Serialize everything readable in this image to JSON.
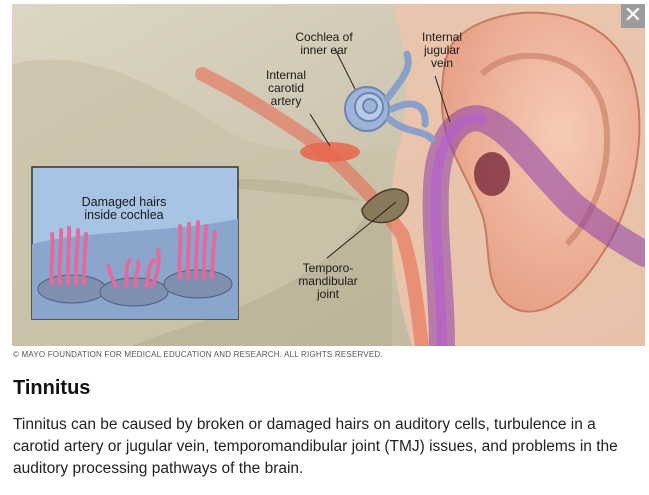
{
  "figure": {
    "labels": {
      "cochlea": "Cochlea of\ninner ear",
      "jugular": "Internal\njugular\nvein",
      "carotid": "Internal\ncarotid\nartery",
      "hairs": "Damaged hairs\ninside cochlea",
      "tmj": "Temporo-\nmandibular\njoint"
    },
    "close_icon": "✕",
    "copyright": "© MAYO FOUNDATION FOR MEDICAL EDUCATION AND RESEARCH. ALL RIGHTS RESERVED."
  },
  "article": {
    "title": "Tinnitus",
    "description": "Tinnitus can be caused by broken or damaged hairs on auditory cells, turbulence in a carotid artery or jugular vein, temporomandibular joint (TMJ) issues, and problems in the auditory processing pathways of the brain."
  },
  "colors": {
    "skin": "#f2b9a0",
    "artery": "#e8654a",
    "vein": "#8c3fa8",
    "cochlea": "#9db3d8",
    "inset_bg": "#a8c4e4"
  }
}
